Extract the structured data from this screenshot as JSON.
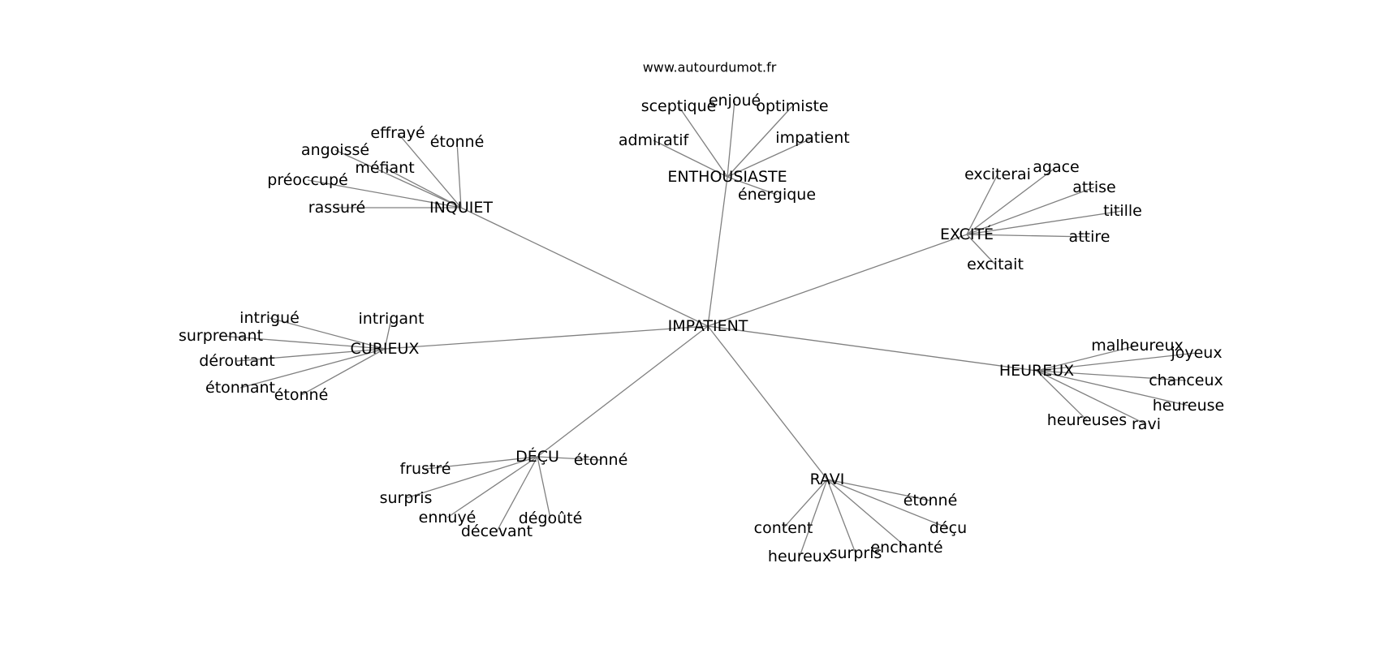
{
  "source": "www.autourdumot.fr",
  "center": "IMPATIENT",
  "clusters": [
    {
      "label": "ENTHOUSIASTE",
      "words": [
        "sceptique",
        "enjoué",
        "optimiste",
        "admiratif",
        "impatient",
        "énergique"
      ]
    },
    {
      "label": "INQUIET",
      "words": [
        "effrayé",
        "étonné",
        "angoissé",
        "méfiant",
        "préoccupé",
        "rassuré"
      ]
    },
    {
      "label": "EXCITÉ",
      "words": [
        "exciterai",
        "agace",
        "attise",
        "titille",
        "attire",
        "excitait"
      ]
    },
    {
      "label": "CURIEUX",
      "words": [
        "intrigué",
        "intrigant",
        "surprenant",
        "déroutant",
        "étonnant",
        "étonné"
      ]
    },
    {
      "label": "HEUREUX",
      "words": [
        "malheureux",
        "joyeux",
        "chanceux",
        "heureuse",
        "heureuses",
        "ravi"
      ]
    },
    {
      "label": "DÉÇU",
      "words": [
        "frustré",
        "étonné",
        "surpris",
        "ennuyé",
        "dégoûté",
        "décevant"
      ]
    },
    {
      "label": "RAVI",
      "words": [
        "étonné",
        "déçu",
        "content",
        "enchanté",
        "heureux",
        "surpris"
      ]
    }
  ]
}
